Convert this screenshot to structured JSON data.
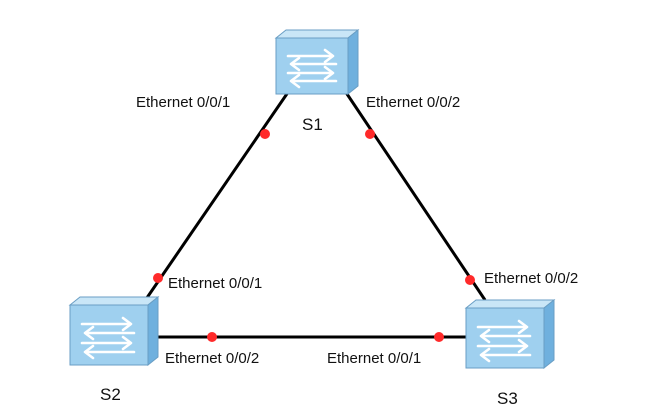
{
  "colors": {
    "link": "#000000",
    "port_dot": "#ff2a2a",
    "switch_front": "#9fd0ef",
    "switch_side": "#6fb0de",
    "switch_top": "#c9e6f7",
    "switch_edge": "#6a9ec4",
    "arrows": "#ffffff"
  },
  "devices": [
    {
      "id": "s1",
      "label": "S1"
    },
    {
      "id": "s2",
      "label": "S2"
    },
    {
      "id": "s3",
      "label": "S3"
    }
  ],
  "ports": {
    "s1_left": "Ethernet 0/0/1",
    "s1_right": "Ethernet 0/0/2",
    "s2_top": "Ethernet 0/0/1",
    "s2_right": "Ethernet 0/0/2",
    "s3_top": "Ethernet 0/0/2",
    "s3_left": "Ethernet 0/0/1"
  }
}
